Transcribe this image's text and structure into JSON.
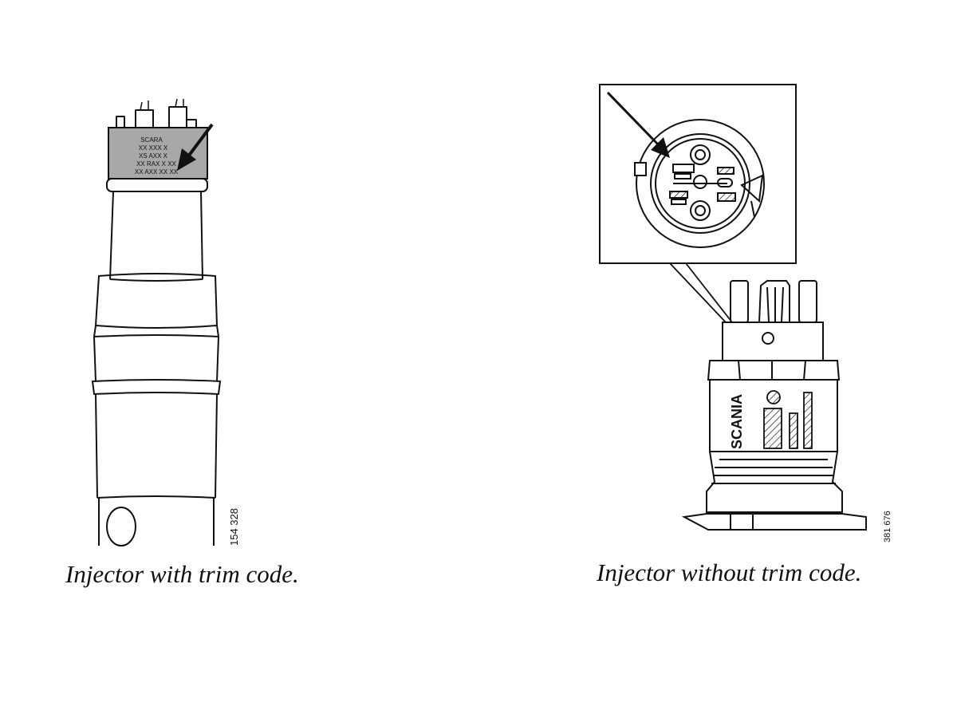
{
  "left_figure": {
    "caption": "Injector with trim code.",
    "figure_number": "154 328",
    "label_lines": [
      "SCARA",
      "XX XXX X",
      "XS AXX X",
      "XX RAX X XX",
      "XX AXX XX XX"
    ]
  },
  "right_figure": {
    "caption": "Injector without trim code.",
    "figure_number": "381 676",
    "brand_mark": "SCANIA"
  },
  "colors": {
    "line": "#111111",
    "label_fill": "#a8a8a8",
    "background": "#ffffff"
  }
}
